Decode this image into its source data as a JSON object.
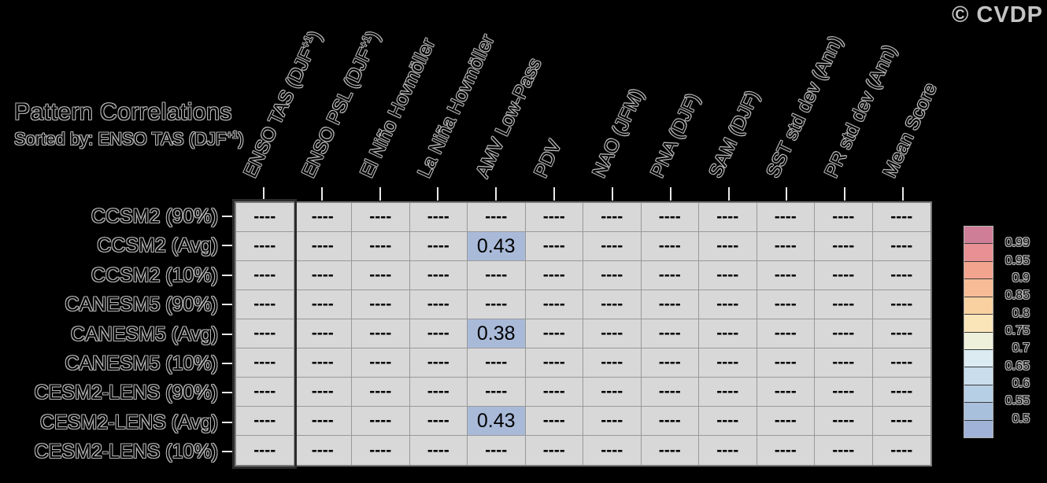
{
  "title": "Pattern Correlations",
  "subtitle": "Sorted by: ENSO TAS (DJF⁺¹)",
  "watermark": "© CVDP",
  "chart_data": {
    "type": "heatmap",
    "title": "Pattern Correlations",
    "sorted_by": "ENSO TAS (DJF⁺¹)",
    "columns": [
      "ENSO TAS (DJF⁺¹)",
      "ENSO PSL (DJF⁺¹)",
      "El Niño Hovmöller",
      "La Niña Hovmöller",
      "AMV Low-Pass",
      "PDV",
      "NAO (JFM)",
      "PNA (DJF)",
      "SAM (DJF)",
      "SST std dev (Ann)",
      "PR std dev (Ann)",
      "Mean Score"
    ],
    "rows": [
      "CCSM2 (90%)",
      "CCSM2 (Avg)",
      "CCSM2 (10%)",
      "CANESM5 (90%)",
      "CANESM5 (Avg)",
      "CANESM5 (10%)",
      "CESM2-LENS (90%)",
      "CESM2-LENS (Avg)",
      "CESM2-LENS (10%)"
    ],
    "values": [
      [
        "----",
        "----",
        "----",
        "----",
        "----",
        "----",
        "----",
        "----",
        "----",
        "----",
        "----",
        "----"
      ],
      [
        "----",
        "----",
        "----",
        "----",
        "0.43",
        "----",
        "----",
        "----",
        "----",
        "----",
        "----",
        "----"
      ],
      [
        "----",
        "----",
        "----",
        "----",
        "----",
        "----",
        "----",
        "----",
        "----",
        "----",
        "----",
        "----"
      ],
      [
        "----",
        "----",
        "----",
        "----",
        "----",
        "----",
        "----",
        "----",
        "----",
        "----",
        "----",
        "----"
      ],
      [
        "----",
        "----",
        "----",
        "----",
        "0.38",
        "----",
        "----",
        "----",
        "----",
        "----",
        "----",
        "----"
      ],
      [
        "----",
        "----",
        "----",
        "----",
        "----",
        "----",
        "----",
        "----",
        "----",
        "----",
        "----",
        "----"
      ],
      [
        "----",
        "----",
        "----",
        "----",
        "----",
        "----",
        "----",
        "----",
        "----",
        "----",
        "----",
        "----"
      ],
      [
        "----",
        "----",
        "----",
        "----",
        "0.43",
        "----",
        "----",
        "----",
        "----",
        "----",
        "----",
        "----"
      ],
      [
        "----",
        "----",
        "----",
        "----",
        "----",
        "----",
        "----",
        "----",
        "----",
        "----",
        "----",
        "----"
      ]
    ],
    "missing_marker": "----",
    "sorted_column_highlighted": "ENSO TAS (DJF⁺¹)",
    "colorbar": {
      "position": "right",
      "tick_labels": [
        "0.99",
        "0.95",
        "0.9",
        "0.85",
        "0.8",
        "0.75",
        "0.7",
        "0.65",
        "0.6",
        "0.55",
        "0.5"
      ],
      "segment_colors_top_to_bottom": [
        "#ce7f97",
        "#e89094",
        "#f3a48e",
        "#f7bc96",
        "#f9d1a1",
        "#fae5b9",
        "#eff0dc",
        "#dcebf2",
        "#c9ddec",
        "#b7cfe4",
        "#a9c0dc",
        "#a0b2d7"
      ]
    },
    "colors": {
      "background": "#000000",
      "cell": "#d8d8d8",
      "value_cell": "#a9bad9",
      "cell_border": "#999999",
      "grid_outer_border": "#7a7a7a",
      "sorted_column_frame": "#2c2c2c",
      "tick": "#e8e8e8",
      "watermark": "#c4c4c4"
    }
  }
}
